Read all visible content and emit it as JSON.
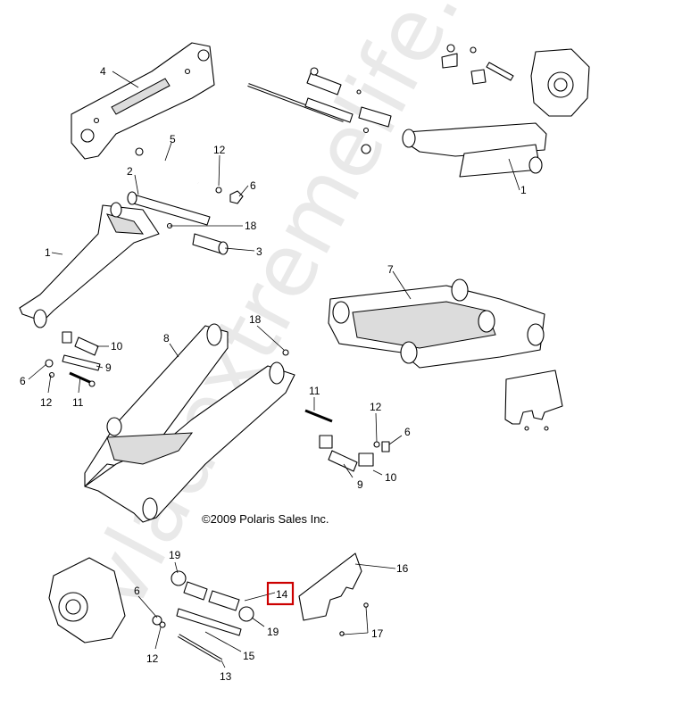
{
  "copyright": "©2009 Polaris Sales Inc.",
  "watermark": "vladextremelife.ru",
  "highlight_color": "#cc0000",
  "callouts": [
    {
      "id": "c4",
      "label": "4"
    },
    {
      "id": "c5",
      "label": "5"
    },
    {
      "id": "c12a",
      "label": "12"
    },
    {
      "id": "c6a",
      "label": "6"
    },
    {
      "id": "c2",
      "label": "2"
    },
    {
      "id": "c18a",
      "label": "18"
    },
    {
      "id": "c3",
      "label": "3"
    },
    {
      "id": "c1a",
      "label": "1"
    },
    {
      "id": "c1b",
      "label": "1"
    },
    {
      "id": "c7",
      "label": "7"
    },
    {
      "id": "c8",
      "label": "8"
    },
    {
      "id": "c18b",
      "label": "18"
    },
    {
      "id": "c10a",
      "label": "10"
    },
    {
      "id": "c9a",
      "label": "9"
    },
    {
      "id": "c6b",
      "label": "6"
    },
    {
      "id": "c12b",
      "label": "12"
    },
    {
      "id": "c11a",
      "label": "11"
    },
    {
      "id": "c11b",
      "label": "11"
    },
    {
      "id": "c12c",
      "label": "12"
    },
    {
      "id": "c6c",
      "label": "6"
    },
    {
      "id": "c10b",
      "label": "10"
    },
    {
      "id": "c9b",
      "label": "9"
    },
    {
      "id": "c16",
      "label": "16"
    },
    {
      "id": "c19a",
      "label": "19"
    },
    {
      "id": "c14",
      "label": "14"
    },
    {
      "id": "c6d",
      "label": "6"
    },
    {
      "id": "c19b",
      "label": "19"
    },
    {
      "id": "c17",
      "label": "17"
    },
    {
      "id": "c12d",
      "label": "12"
    },
    {
      "id": "c15",
      "label": "15"
    },
    {
      "id": "c13",
      "label": "13"
    }
  ]
}
